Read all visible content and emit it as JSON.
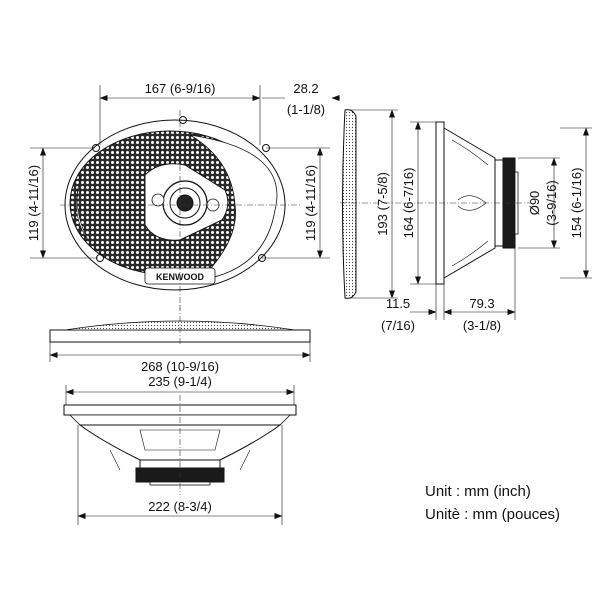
{
  "top_view": {
    "width_label": "167 (6-9/16)",
    "offset_label_1": "28.2",
    "offset_label_2": "(1-1/8)",
    "left_height_label": "119 (4-11/16)",
    "right_height_label": "119 (4-11/16)",
    "brand": "KENWOOD"
  },
  "side_view": {
    "outer_height_label": "193 (7-5/8)",
    "inner_height_label": "164 (6-7/16)",
    "diameter_label_1": "Ø90",
    "diameter_label_2": "(3-9/16)",
    "total_height_label": "154 (6-1/16)",
    "flange_label_1": "11.5",
    "flange_label_2": "(7/16)",
    "depth_label_1": "79.3",
    "depth_label_2": "(3-1/8)"
  },
  "front_view": {
    "overall_width_label": "268 (10-9/16)",
    "cutout_width_label": "235 (9-1/4)",
    "bottom_width_label": "222 (8-3/4)"
  },
  "units": {
    "line1": "Unit : mm (inch)",
    "line2": "Unitè : mm (pouces)"
  }
}
